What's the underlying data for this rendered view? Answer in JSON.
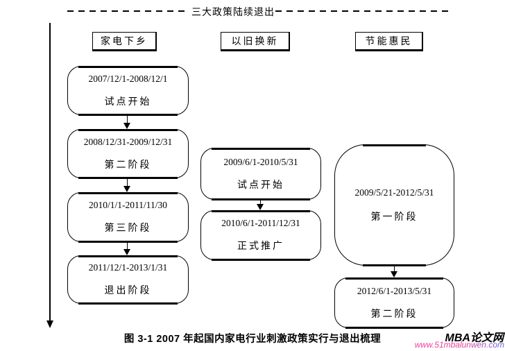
{
  "title": {
    "text": "三大政策陆续退出"
  },
  "columns": [
    {
      "header": "家电下乡",
      "boxes": [
        {
          "date": "2007/12/1-2008/12/1",
          "label": "试点开始"
        },
        {
          "date": "2008/12/31-2009/12/31",
          "label": "第二阶段"
        },
        {
          "date": "2010/1/1-2011/11/30",
          "label": "第三阶段"
        },
        {
          "date": "2011/12/1-2013/1/31",
          "label": "退出阶段"
        }
      ]
    },
    {
      "header": "以旧换新",
      "boxes": [
        {
          "date": "2009/6/1-2010/5/31",
          "label": "试点开始"
        },
        {
          "date": "2010/6/1-2011/12/31",
          "label": "正式推广"
        }
      ]
    },
    {
      "header": "节能惠民",
      "boxes": [
        {
          "date": "2009/5/21-2012/5/31",
          "label": "第一阶段"
        },
        {
          "date": "2012/6/1-2013/5/31",
          "label": "第二阶段"
        }
      ]
    }
  ],
  "caption": "图 3-1 2007 年起国内家电行业刺激政策实行与退出梳理",
  "watermark": {
    "site_name": "MBA论文网",
    "site_url": "www.51mbalunwen.com",
    "url_color": "#e83a98"
  },
  "colors": {
    "diagram_line": "#000000",
    "background": "#ffffff"
  }
}
